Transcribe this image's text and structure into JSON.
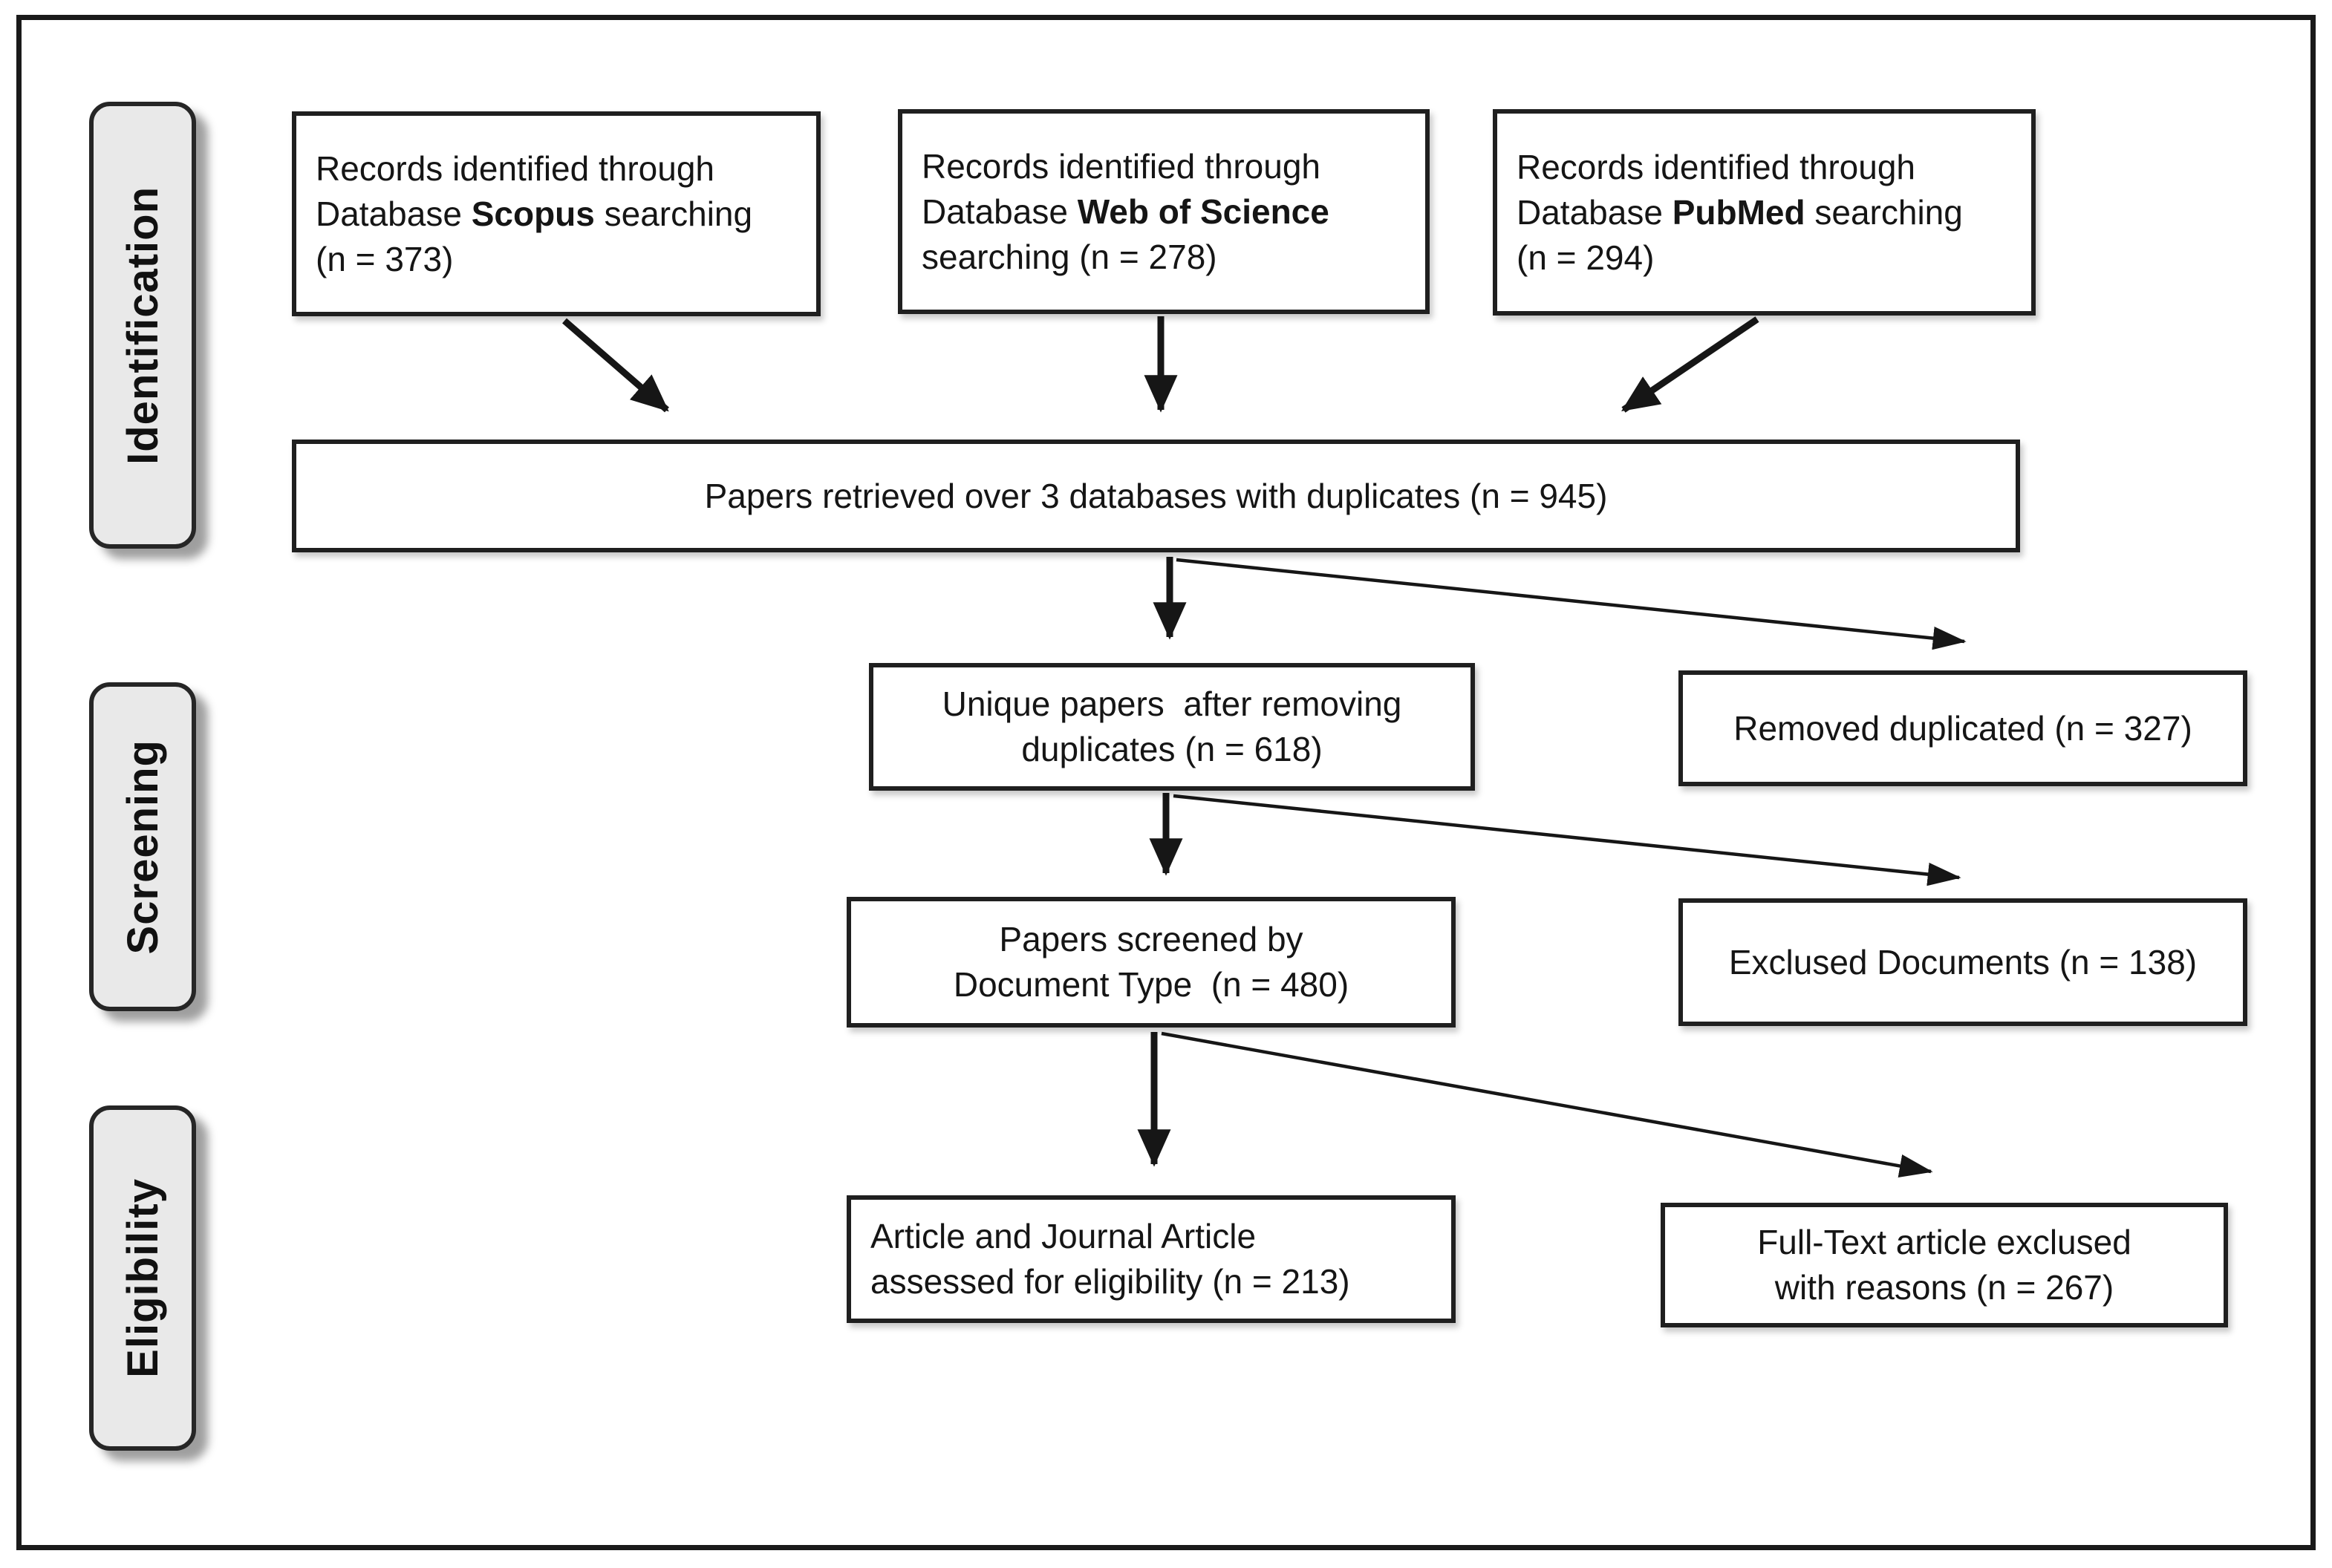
{
  "figure": {
    "kind": "prisma-flow-diagram"
  },
  "stages": [
    {
      "id": "identification",
      "label": "Identification"
    },
    {
      "id": "screening",
      "label": "Screening"
    },
    {
      "id": "eligibility",
      "label": "Eligibility"
    }
  ],
  "boxes": {
    "scopus": {
      "line1": "Records identified through",
      "line2_pre": "Database ",
      "line2_bold": "Scopus",
      "line2_post": " searching",
      "line3": "(n = 373)"
    },
    "web_of_science": {
      "line1": "Records identified through",
      "line2_pre": "Database ",
      "line2_bold": "Web of Science",
      "line2_post": "",
      "line3": "searching (n = 278)"
    },
    "pubmed": {
      "line1": "Records identified through",
      "line2_pre": "Database ",
      "line2_bold": "PubMed",
      "line2_post": " searching",
      "line3": "(n = 294)"
    },
    "retrieved": {
      "line1": "Papers retrieved over 3 databases with duplicates (n = 945)"
    },
    "unique": {
      "line1": "Unique papers  after removing",
      "line2": "duplicates (n = 618)"
    },
    "removed": {
      "line1": "Removed duplicated (n = 327)"
    },
    "screened": {
      "line1": "Papers screened by",
      "line2": "Document Type  (n = 480)"
    },
    "excluded": {
      "line1": "Exclused Documents (n = 138)"
    },
    "eligible": {
      "line1": "Article and Journal Article",
      "line2": "assessed for eligibility (n = 213)"
    },
    "fulltext": {
      "line1": "Full-Text article exclused",
      "line2": "with reasons (n = 267)"
    }
  },
  "counts": {
    "scopus": 373,
    "web_of_science": 278,
    "pubmed": 294,
    "retrieved_with_duplicates": 945,
    "unique_after_duplicates_removed": 618,
    "removed_duplicates": 327,
    "screened_by_document_type": 480,
    "excluded_documents": 138,
    "assessed_for_eligibility": 213,
    "fulltext_excluded_with_reasons": 267
  },
  "colors": {
    "background": "#ffffff",
    "box_fill": "#ffffff",
    "box_border": "#1f1f1f",
    "stage_tab_fill": "#e9e9e9",
    "stage_tab_border": "#262626",
    "text": "#151515",
    "arrow": "#161616"
  }
}
